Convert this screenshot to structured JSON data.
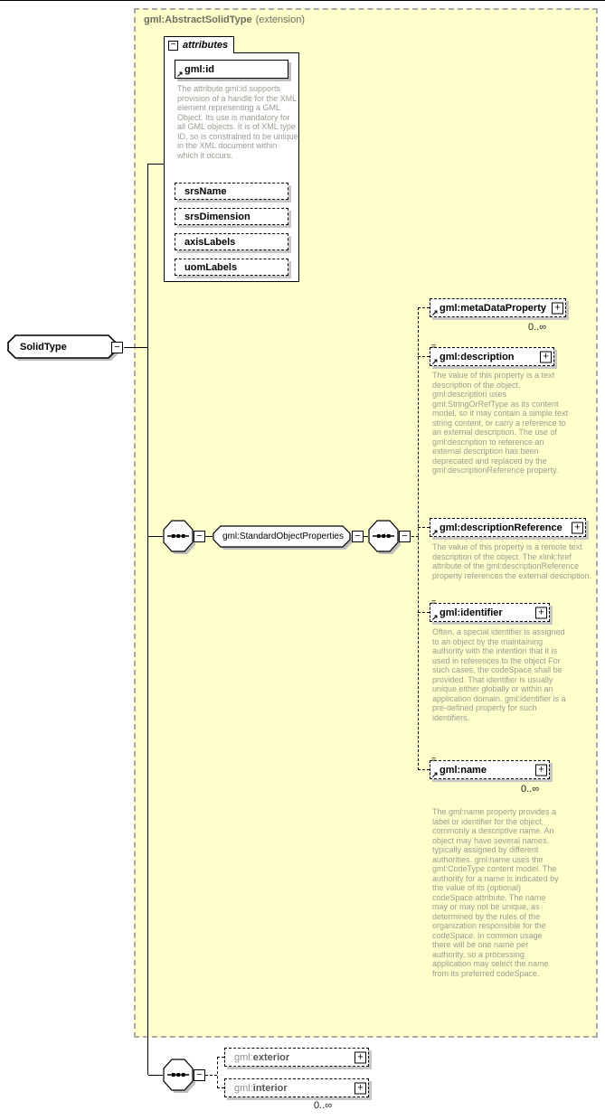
{
  "header": {
    "type_name": "gml:AbstractSolidType",
    "suffix": "(extension)"
  },
  "root": {
    "label": "SolidType"
  },
  "attributes_group": {
    "label": "attributes",
    "items": [
      {
        "name": "gml:id",
        "required": true,
        "doc": "The attribute gml:id supports provision of a handle for the XML element representing a GML Object. Its use is mandatory for all GML objects. It is of XML type ID, so is constrained to be unique in the XML document within which it occurs."
      },
      {
        "name": "srsName"
      },
      {
        "name": "srsDimension"
      },
      {
        "name": "axisLabels"
      },
      {
        "name": "uomLabels"
      }
    ]
  },
  "group_ref": {
    "label": "gml:StandardObjectProperties"
  },
  "children": [
    {
      "name": "gml:metaDataProperty",
      "occurs": "0..∞"
    },
    {
      "name": "gml:description",
      "doc": "The value of this property is a text description of the object. gml:description uses gml:StringOrRefType as its content model, so it may contain a simple text string content, or carry a reference to an external description. The use of gml:description to reference an external description has been deprecated and replaced by the gml:descriptionReference property."
    },
    {
      "name": "gml:descriptionReference",
      "doc": "The value of this property is a remote text description of the object. The xlink:href attribute of the gml:descriptionReference property references the external description."
    },
    {
      "name": "gml:identifier",
      "doc": "Often, a special identifier is assigned to an object by the maintaining authority with the intention that it is used in references to the object For such cases, the codeSpace shall be provided. That identifier is usually unique either globally or within an application domain. gml:identifier is a pre-defined property for such identifiers."
    },
    {
      "name": "gml:name",
      "occurs": "0..∞",
      "doc": "The gml:name property provides a label or identifier for the object, commonly a descriptive name. An object may have several names, typically assigned by different authorities. gml:name uses the gml:CodeType content model.  The authority for a name is indicated by the value of its (optional) codeSpace attribute.  The name may or may not be unique, as determined by the rules of the organization responsible for the codeSpace.  In common usage there will be one name per authority, so a processing application may select the name from its preferred codeSpace."
    }
  ],
  "content_children": [
    {
      "prefix": "gml:",
      "local": "exterior"
    },
    {
      "prefix": "gml:",
      "local": "interior",
      "occurs": "0..∞"
    }
  ],
  "icons": {
    "minus": "−",
    "plus": "+",
    "attr_arrow": "↗",
    "doc_lines": "≡"
  },
  "colors": {
    "container_fill": "#ffffcb",
    "container_border": "#a9a9a9",
    "box_fill": "#ffffff",
    "box_border": "#000000",
    "shadow": "#bdbdbd",
    "annotation_text": "#9b9b90",
    "header_text": "#6e6e60"
  }
}
